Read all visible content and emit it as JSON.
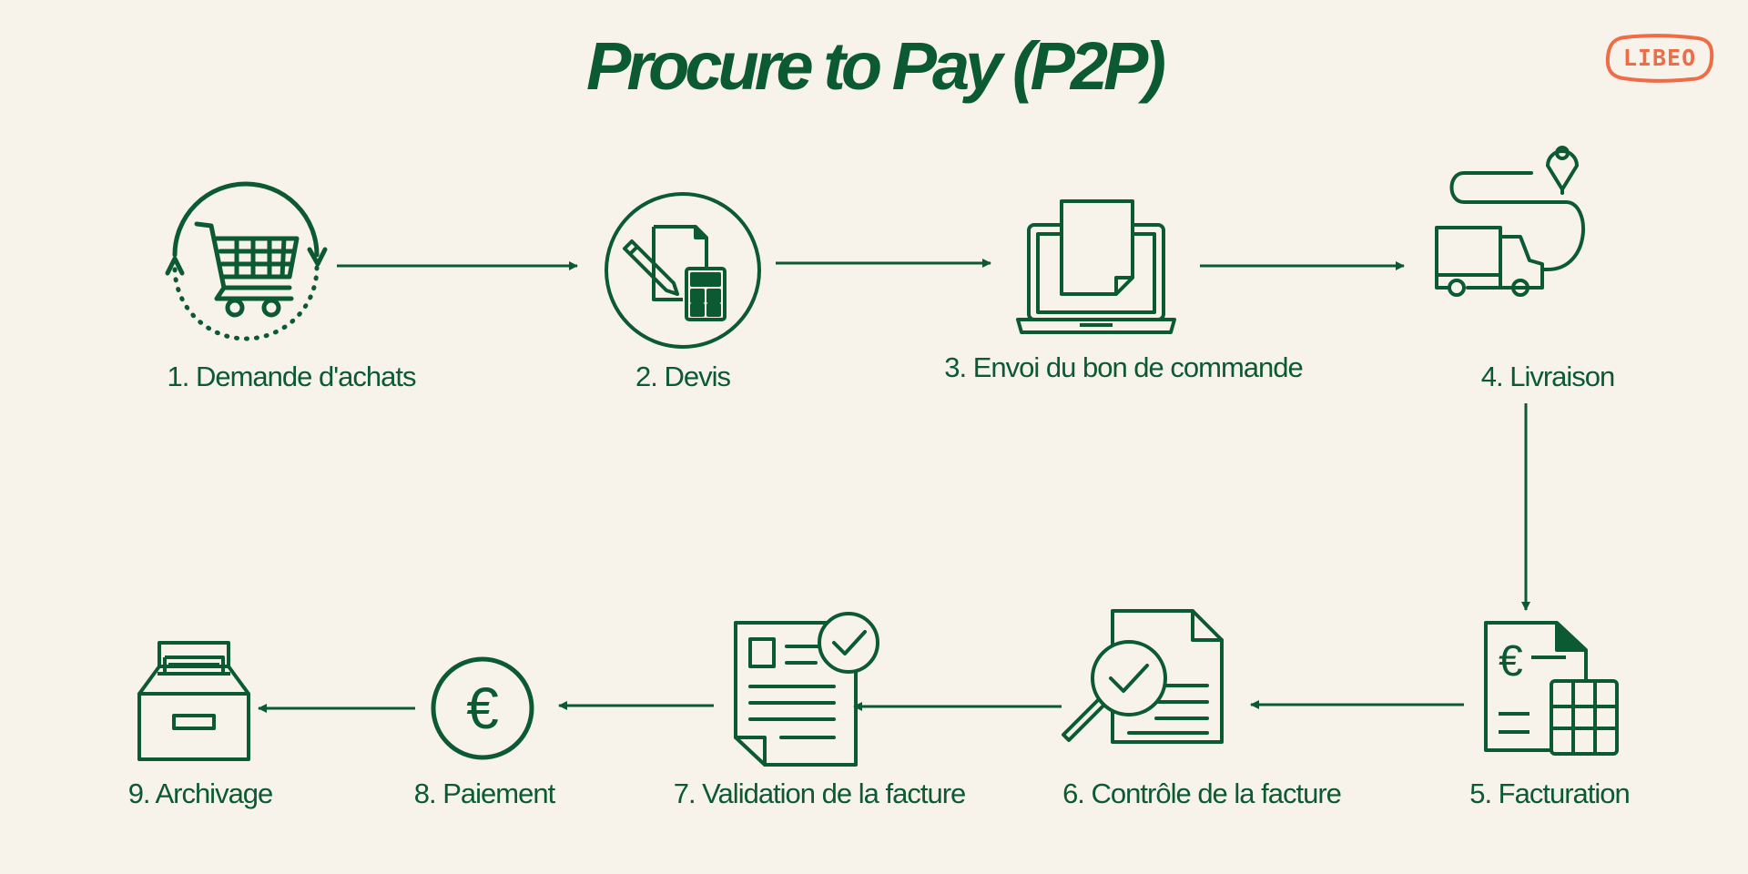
{
  "title": "Procure to Pay (P2P)",
  "logo": "LIBEO",
  "colors": {
    "primary": "#0b5a32",
    "background": "#f7f2ea",
    "accent": "#ef6c47"
  },
  "steps": [
    {
      "label": "1. Demande d'achats",
      "icon": "shopping-cart-cycle-icon"
    },
    {
      "label": "2. Devis",
      "icon": "quote-calculator-icon"
    },
    {
      "label": "3. Envoi du bon de commande",
      "icon": "laptop-document-icon"
    },
    {
      "label": "4. Livraison",
      "icon": "delivery-truck-icon"
    },
    {
      "label": "5. Facturation",
      "icon": "invoice-euro-icon"
    },
    {
      "label": "6. Contrôle de la facture",
      "icon": "document-magnifier-icon"
    },
    {
      "label": "7. Validation de la facture",
      "icon": "document-checkmark-icon"
    },
    {
      "label": "8. Paiement",
      "icon": "euro-coin-icon"
    },
    {
      "label": "9. Archivage",
      "icon": "archive-box-icon"
    }
  ]
}
